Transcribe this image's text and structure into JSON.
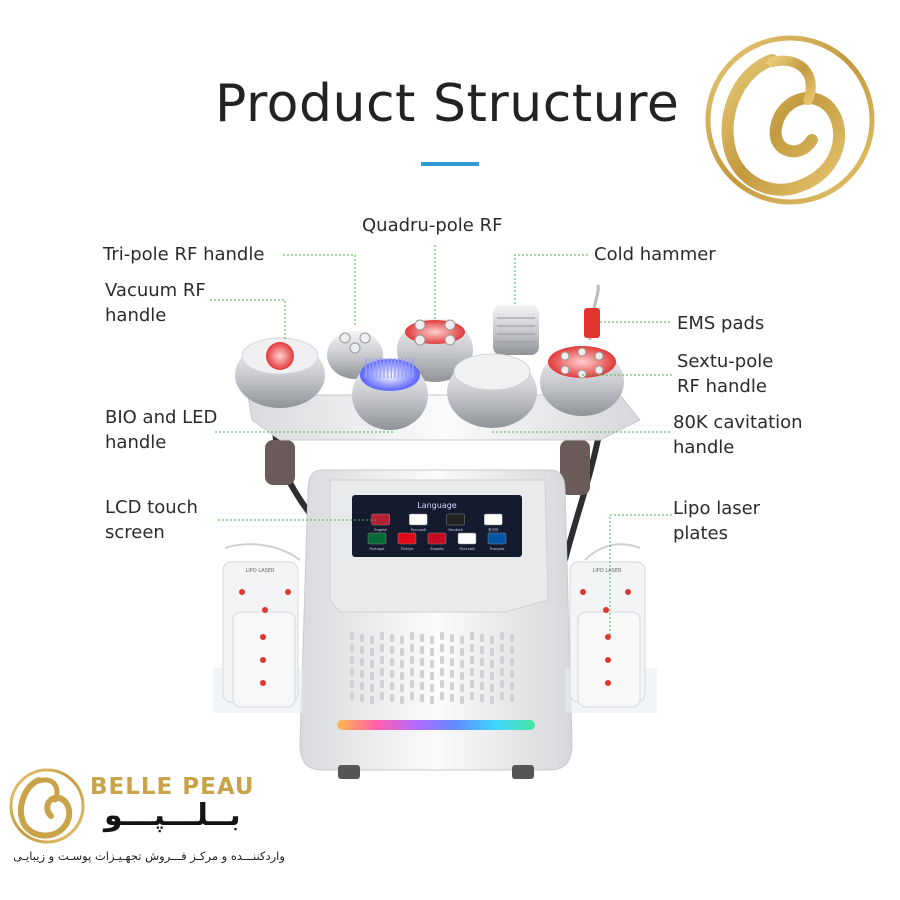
{
  "title": "Product Structure",
  "labels": {
    "tri_pole_rf": "Tri-pole RF handle",
    "quadru_pole_rf": "Quadru-pole RF",
    "cold_hammer": "Cold hammer",
    "vacuum_rf": "Vacuum RF\nhandle",
    "ems_pads": "EMS pads",
    "sextu_pole_rf": "Sextu-pole\nRF handle",
    "bio_led": "BIO and LED\nhandle",
    "cavitation_80k": "80K cavitation\nhandle",
    "lcd_screen": "LCD touch\nscreen",
    "lipo_laser": "Lipo laser\nplates"
  },
  "screen": {
    "header": "Language",
    "languages": [
      "English",
      "Pусский",
      "Deutsch",
      "한국어",
      "Portugal",
      "Türkiye",
      "España",
      "Русский",
      "Français"
    ]
  },
  "lipo_plate_text": "LIPO LASER",
  "brand": {
    "name_en": "BELLE PEAU",
    "name_fa": "بــلـــپـــو",
    "tagline": "واردکننـــده و مرکـز فـــروش تجهـیـزات پوسـت و زیبایـی"
  },
  "colors": {
    "gold": "#c9a349",
    "accent_blue": "#2f9ad6",
    "leader_line": "#4caf50"
  }
}
